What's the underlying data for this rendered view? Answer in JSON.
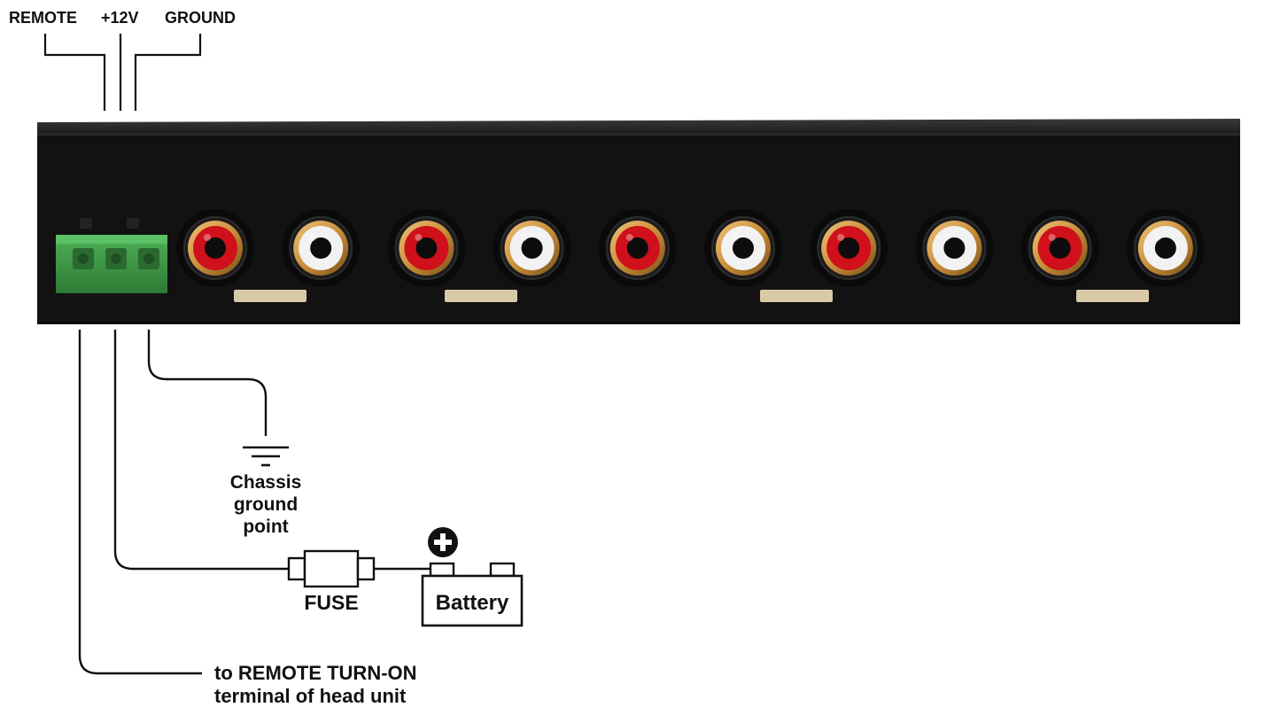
{
  "labels": {
    "remote": "REMOTE",
    "plus12v": "+12V",
    "ground": "GROUND",
    "chassis_line1": "Chassis",
    "chassis_line2": "ground",
    "chassis_line3": "point",
    "fuse": "FUSE",
    "battery": "Battery",
    "remote_turnon_line1": "to REMOTE TURN-ON",
    "remote_turnon_line2": "terminal of head unit"
  },
  "rca_jacks": [
    {
      "color": "red"
    },
    {
      "color": "white"
    },
    {
      "color": "red"
    },
    {
      "color": "white"
    },
    {
      "color": "red"
    },
    {
      "color": "white"
    },
    {
      "color": "red"
    },
    {
      "color": "white"
    },
    {
      "color": "red"
    },
    {
      "color": "white"
    }
  ],
  "colors": {
    "chassis": "#121212",
    "terminal_block": "#3d9a46",
    "jack_red": "#d0101a",
    "jack_white": "#f2f2f2",
    "jack_gold": "#c98f3a",
    "wire": "#111111"
  }
}
